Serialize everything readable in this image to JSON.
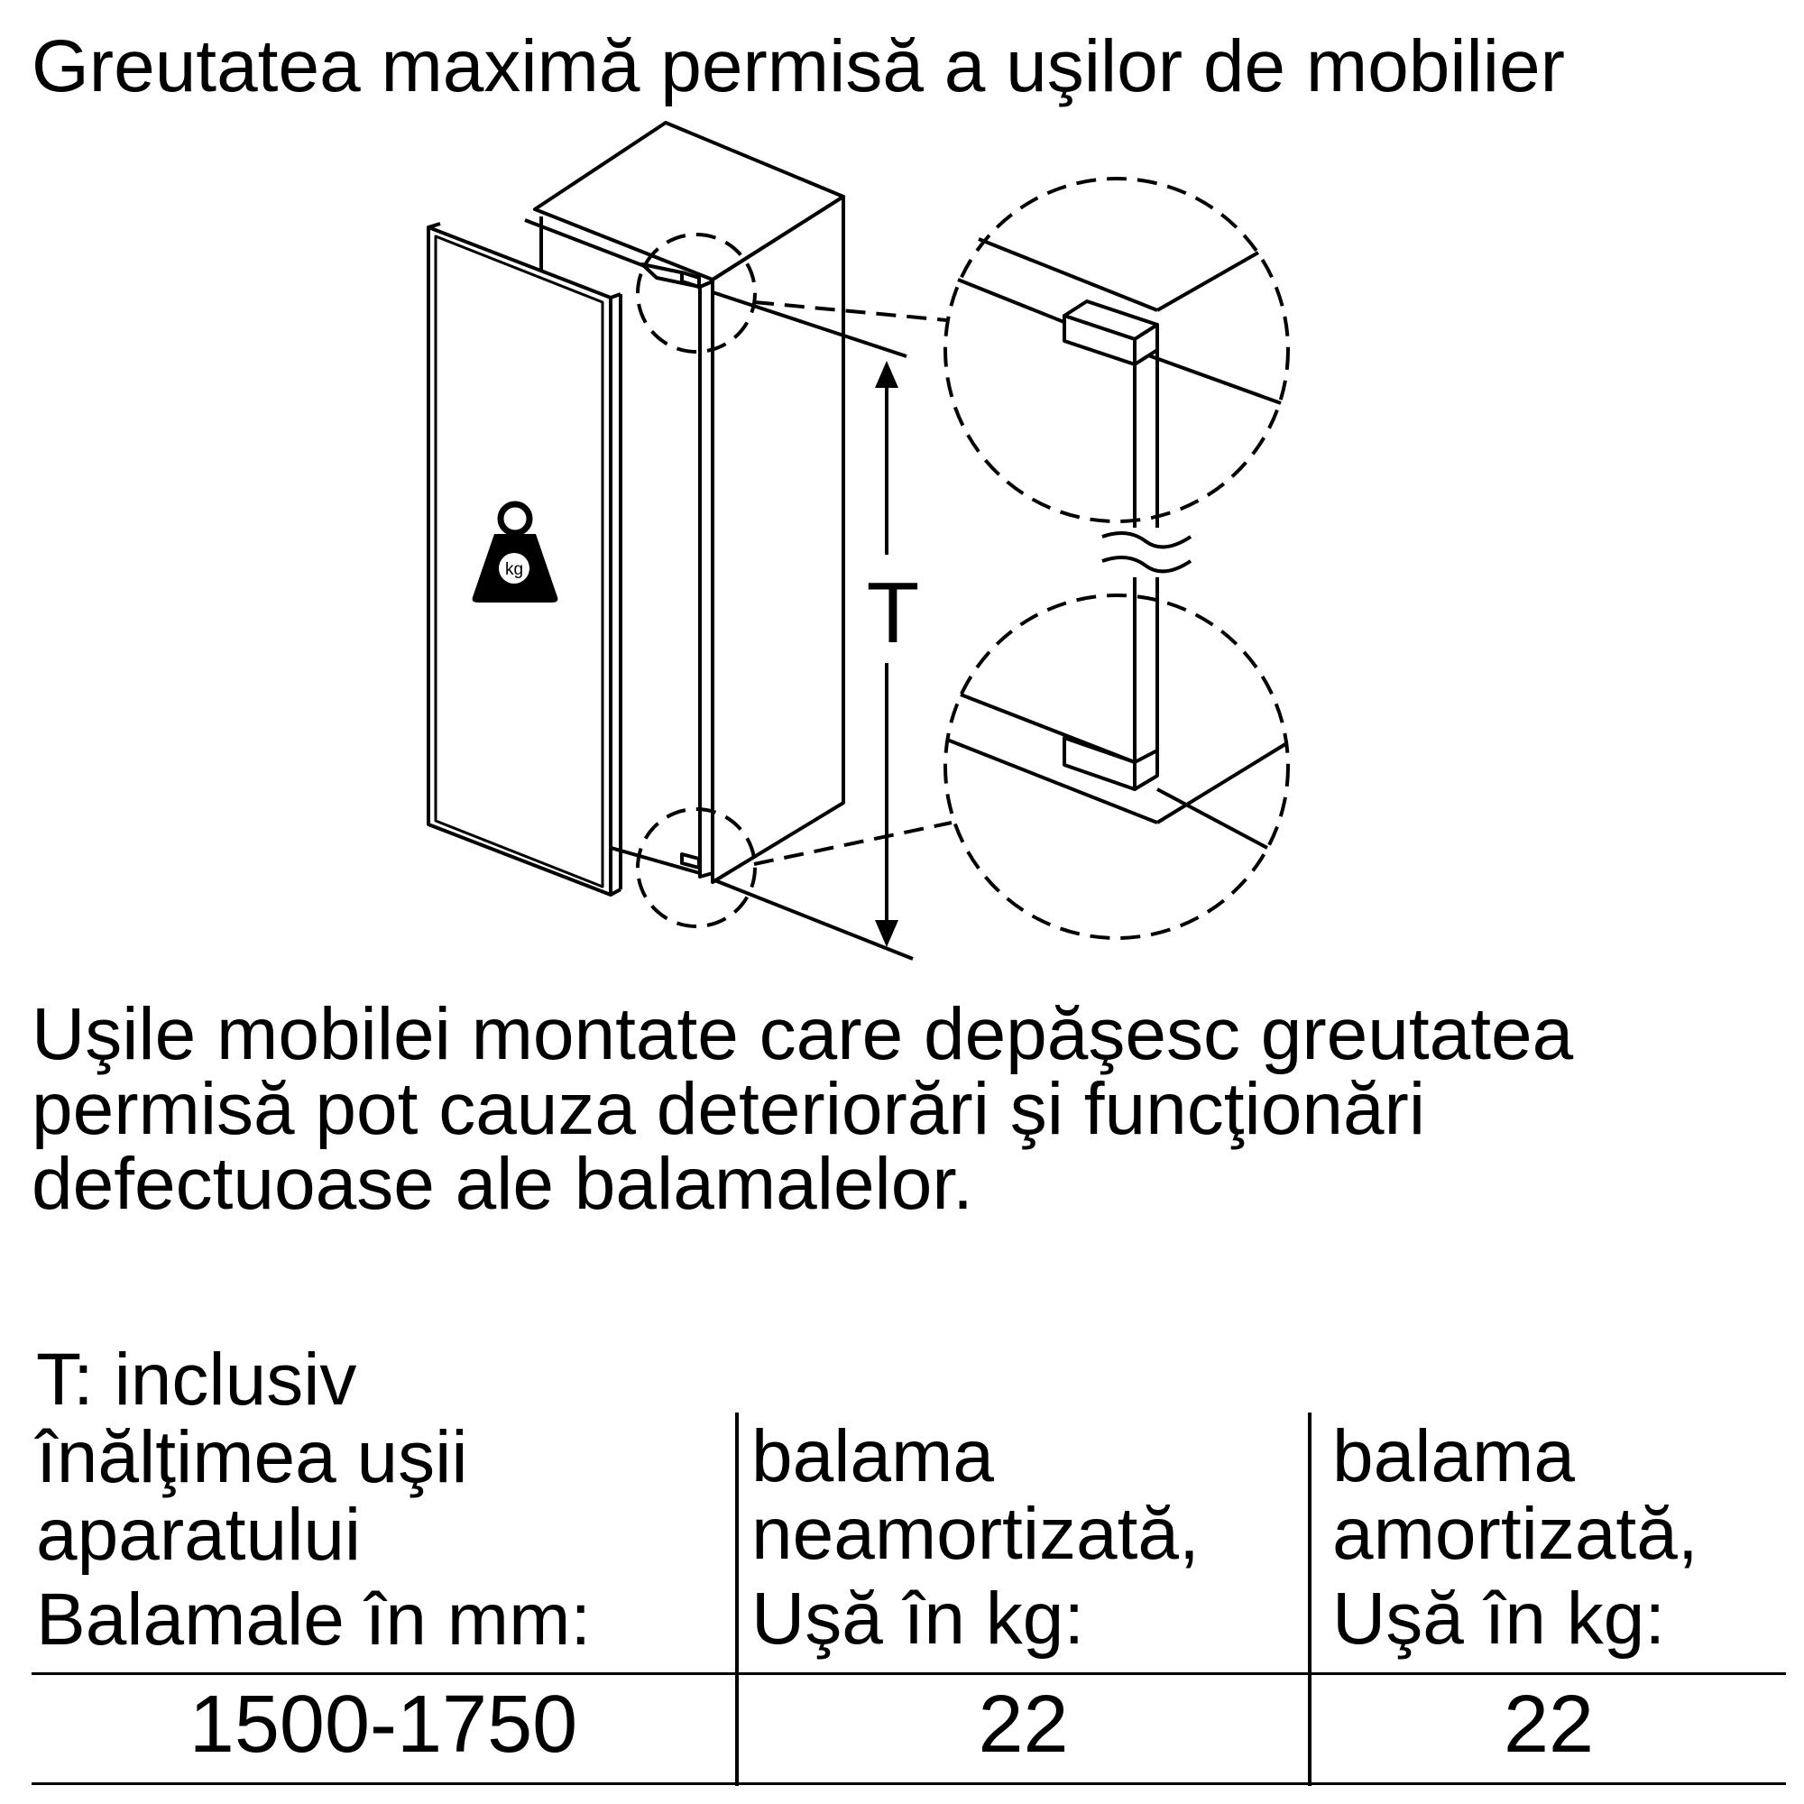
{
  "title": "Greutatea maximă permisă a uşilor de mobilier",
  "figure": {
    "weight_icon_label": "kg",
    "dimension_label": "T"
  },
  "warning_lines": [
    "Uşile mobilei montate care depăşesc greutatea",
    "permisă pot cauza deteriorări şi funcţionări",
    "defectuoase ale balamalelor."
  ],
  "table": {
    "header_col1": [
      "T: inclusiv",
      "înălţimea uşii",
      "aparatului",
      "Balamale în mm:"
    ],
    "header_col2": [
      "balama",
      "neamortizată,",
      "Uşă în kg:"
    ],
    "header_col3": [
      "balama",
      "amortizată,",
      "Uşă în kg:"
    ],
    "rows": [
      {
        "height_mm": "1500-1750",
        "undamped_kg": "22",
        "damped_kg": "22"
      }
    ]
  }
}
